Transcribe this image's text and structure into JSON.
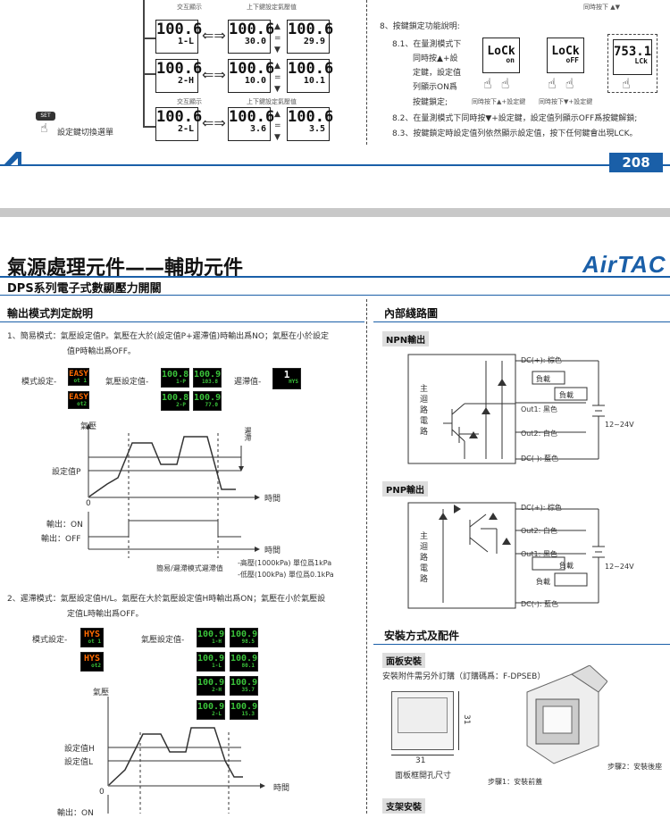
{
  "top": {
    "row_labels": {
      "l1": "交互顯示",
      "r1": "上下鍵設定氣壓值",
      "l2": "交互顯示",
      "r2": "上下鍵設定氣壓值"
    },
    "lcds": [
      {
        "main": "100.6",
        "sub": "1-L"
      },
      {
        "main": "100.6",
        "sub": "30.0"
      },
      {
        "main": "100.6",
        "sub": "29.9"
      },
      {
        "main": "100.6",
        "sub": "2-H"
      },
      {
        "main": "100.6",
        "sub": "10.0"
      },
      {
        "main": "100.6",
        "sub": "10.1"
      },
      {
        "main": "100.6",
        "sub": "2-L"
      },
      {
        "main": "100.6",
        "sub": "3.6"
      },
      {
        "main": "100.6",
        "sub": "3.5"
      }
    ],
    "set_label": "設定鍵切換選單",
    "set_btn": "SET",
    "sec8": "8、按鍵鎖定功能說明:",
    "s81a": "8.1、在量測模式下",
    "s81b": "同時按",
    "s81c": "+設",
    "s81d": "定鍵，設定值",
    "s81e": "列顯示ON爲",
    "s81f": "按鍵鎖定;",
    "lock_lcds": [
      {
        "main": "LoCk",
        "sub": "on"
      },
      {
        "main": "LoCk",
        "sub": "oFF"
      },
      {
        "main": "753.1",
        "sub": "LCk"
      }
    ],
    "lock_cap1": "同時按下",
    "lock_cap1b": "+設定鍵",
    "lock_cap2": "同時按下",
    "lock_cap2b": "+設定鍵",
    "top_right": "同時按下",
    "s82": "8.2、在量測模式下同時按",
    "s82b": "+設定鍵，設定值列顯示OFF爲按鍵解鎖;",
    "s83": "8.3、按鍵鎖定時設定值列依然顯示設定值，按下任何鍵會出現LCK。",
    "page_no": "208"
  },
  "header": {
    "title": "氣源處理元件——輔助元件",
    "brand": "AirTAC",
    "subtitle": "DPS系列電子式數顯壓力開關"
  },
  "left": {
    "sec_title": "輸出模式判定說明",
    "p1": "1、簡易模式：氣壓設定值P。氣壓在大於(設定值P+遲滯值)時輸出爲NO；氣壓在小於設定",
    "p1b": "值P時輸出爲OFF。",
    "mode_label": "模式設定-",
    "press_label": "氣壓設定值-",
    "hyst_label": "遲滯值-",
    "easy1": {
      "main": "EASY",
      "sub": "ot 1"
    },
    "easy2": {
      "main": "EASY",
      "sub": "ot2"
    },
    "p_lcds": [
      {
        "main": "100.8",
        "sub": "1-P"
      },
      {
        "main": "100.9",
        "sub": "103.8"
      },
      {
        "main": "100.8",
        "sub": "2-P"
      },
      {
        "main": "100.9",
        "sub": "77.0"
      }
    ],
    "hys_lcd": {
      "main": "1",
      "sub": "HYS"
    },
    "g1_ylabel": "氣壓",
    "g1_hyst": "遲滯",
    "g1_set": "設定值P",
    "g1_time": "時間",
    "g1_zero": "0",
    "out_on": "輸出：ON",
    "out_off": "輸出：OFF",
    "g2_time": "時間",
    "note1": "-高壓(1000kPa) 單位爲1kPa",
    "note2": "-低壓(100kPa) 單位爲0.1kPa",
    "note_left": "簡易/遲滯模式遲滯值",
    "p2": "2、遲滯模式：氣壓設定值H/L。氣壓在大於氣壓設定值H時輸出爲ON；氣壓在小於氣壓設",
    "p2b": "定值L時輸出爲OFF。",
    "hys1": {
      "main": "HYS",
      "sub": "ot 1"
    },
    "hys2": {
      "main": "HYS",
      "sub": "ot2"
    },
    "hl_lcds": [
      {
        "main": "100.9",
        "sub": "1-H"
      },
      {
        "main": "100.9",
        "sub": "98.5"
      },
      {
        "main": "100.9",
        "sub": "1-L"
      },
      {
        "main": "100.9",
        "sub": "80.1"
      },
      {
        "main": "100.9",
        "sub": "2-H"
      },
      {
        "main": "100.9",
        "sub": "35.7"
      },
      {
        "main": "100.9",
        "sub": "2-L"
      },
      {
        "main": "100.9",
        "sub": "15.3"
      }
    ],
    "g3_ylabel": "氣壓",
    "g3_h": "設定值H",
    "g3_l": "設定值L",
    "g3_time": "時間",
    "g3_zero": "0",
    "g3_on": "輸出：ON"
  },
  "right": {
    "circuit_title": "內部綫路圖",
    "npn": "NPN輸出",
    "pnp": "PNP輸出",
    "main_circuit": "主迴路電路",
    "dcp": "DC(+): 棕色",
    "dcm": "DC(-): 藍色",
    "load": "負載",
    "out1": "Out1: 黑色",
    "out2": "Out2: 白色",
    "v": "12~24V",
    "pnp_dcp": "DC(+): 棕色",
    "pnp_out2": "Out2: 白色",
    "pnp_out1": "Out1: 黑色",
    "pnp_load": "負載",
    "pnp_dcm": "DC(-): 藍色",
    "pnp_v": "12~24V",
    "mount_title": "安裝方式及配件",
    "panel": "面板安裝",
    "panel_desc": "安裝附件需另外訂購（訂購碼爲：F-DPSEB）",
    "dim_w": "31",
    "dim_h": "31",
    "cutout": "面板框開孔尺寸",
    "step2": "步驟2：安裝後座",
    "step1": "步驟1：安裝前蓋",
    "bracket": "支架安裝"
  },
  "colors": {
    "blue": "#1a5fa8",
    "green": "#3ac23a",
    "orange": "#ff6a00"
  }
}
